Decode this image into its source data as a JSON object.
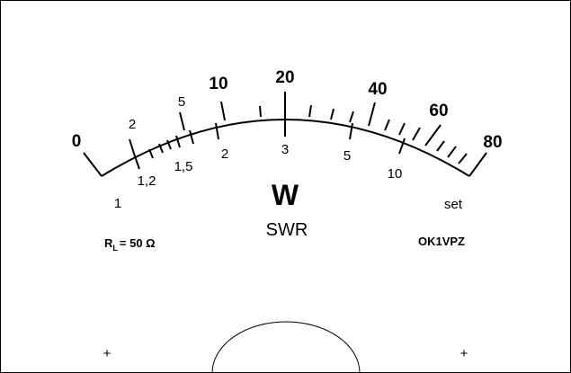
{
  "scale": {
    "watt_labels": [
      "0",
      "10",
      "20",
      "40",
      "60",
      "80"
    ],
    "watt_small_labels": [
      "2",
      "5"
    ],
    "swr_labels": [
      "1",
      "1,2",
      "1,5",
      "2",
      "3",
      "5",
      "10",
      "set"
    ],
    "unit_power": "W",
    "unit_swr": "SWR",
    "load_symbol": "R",
    "load_subscript": "L",
    "load_value": "= 50 Ω",
    "callsign": "OK1VPZ",
    "mount_marks": [
      "+",
      "+"
    ]
  }
}
